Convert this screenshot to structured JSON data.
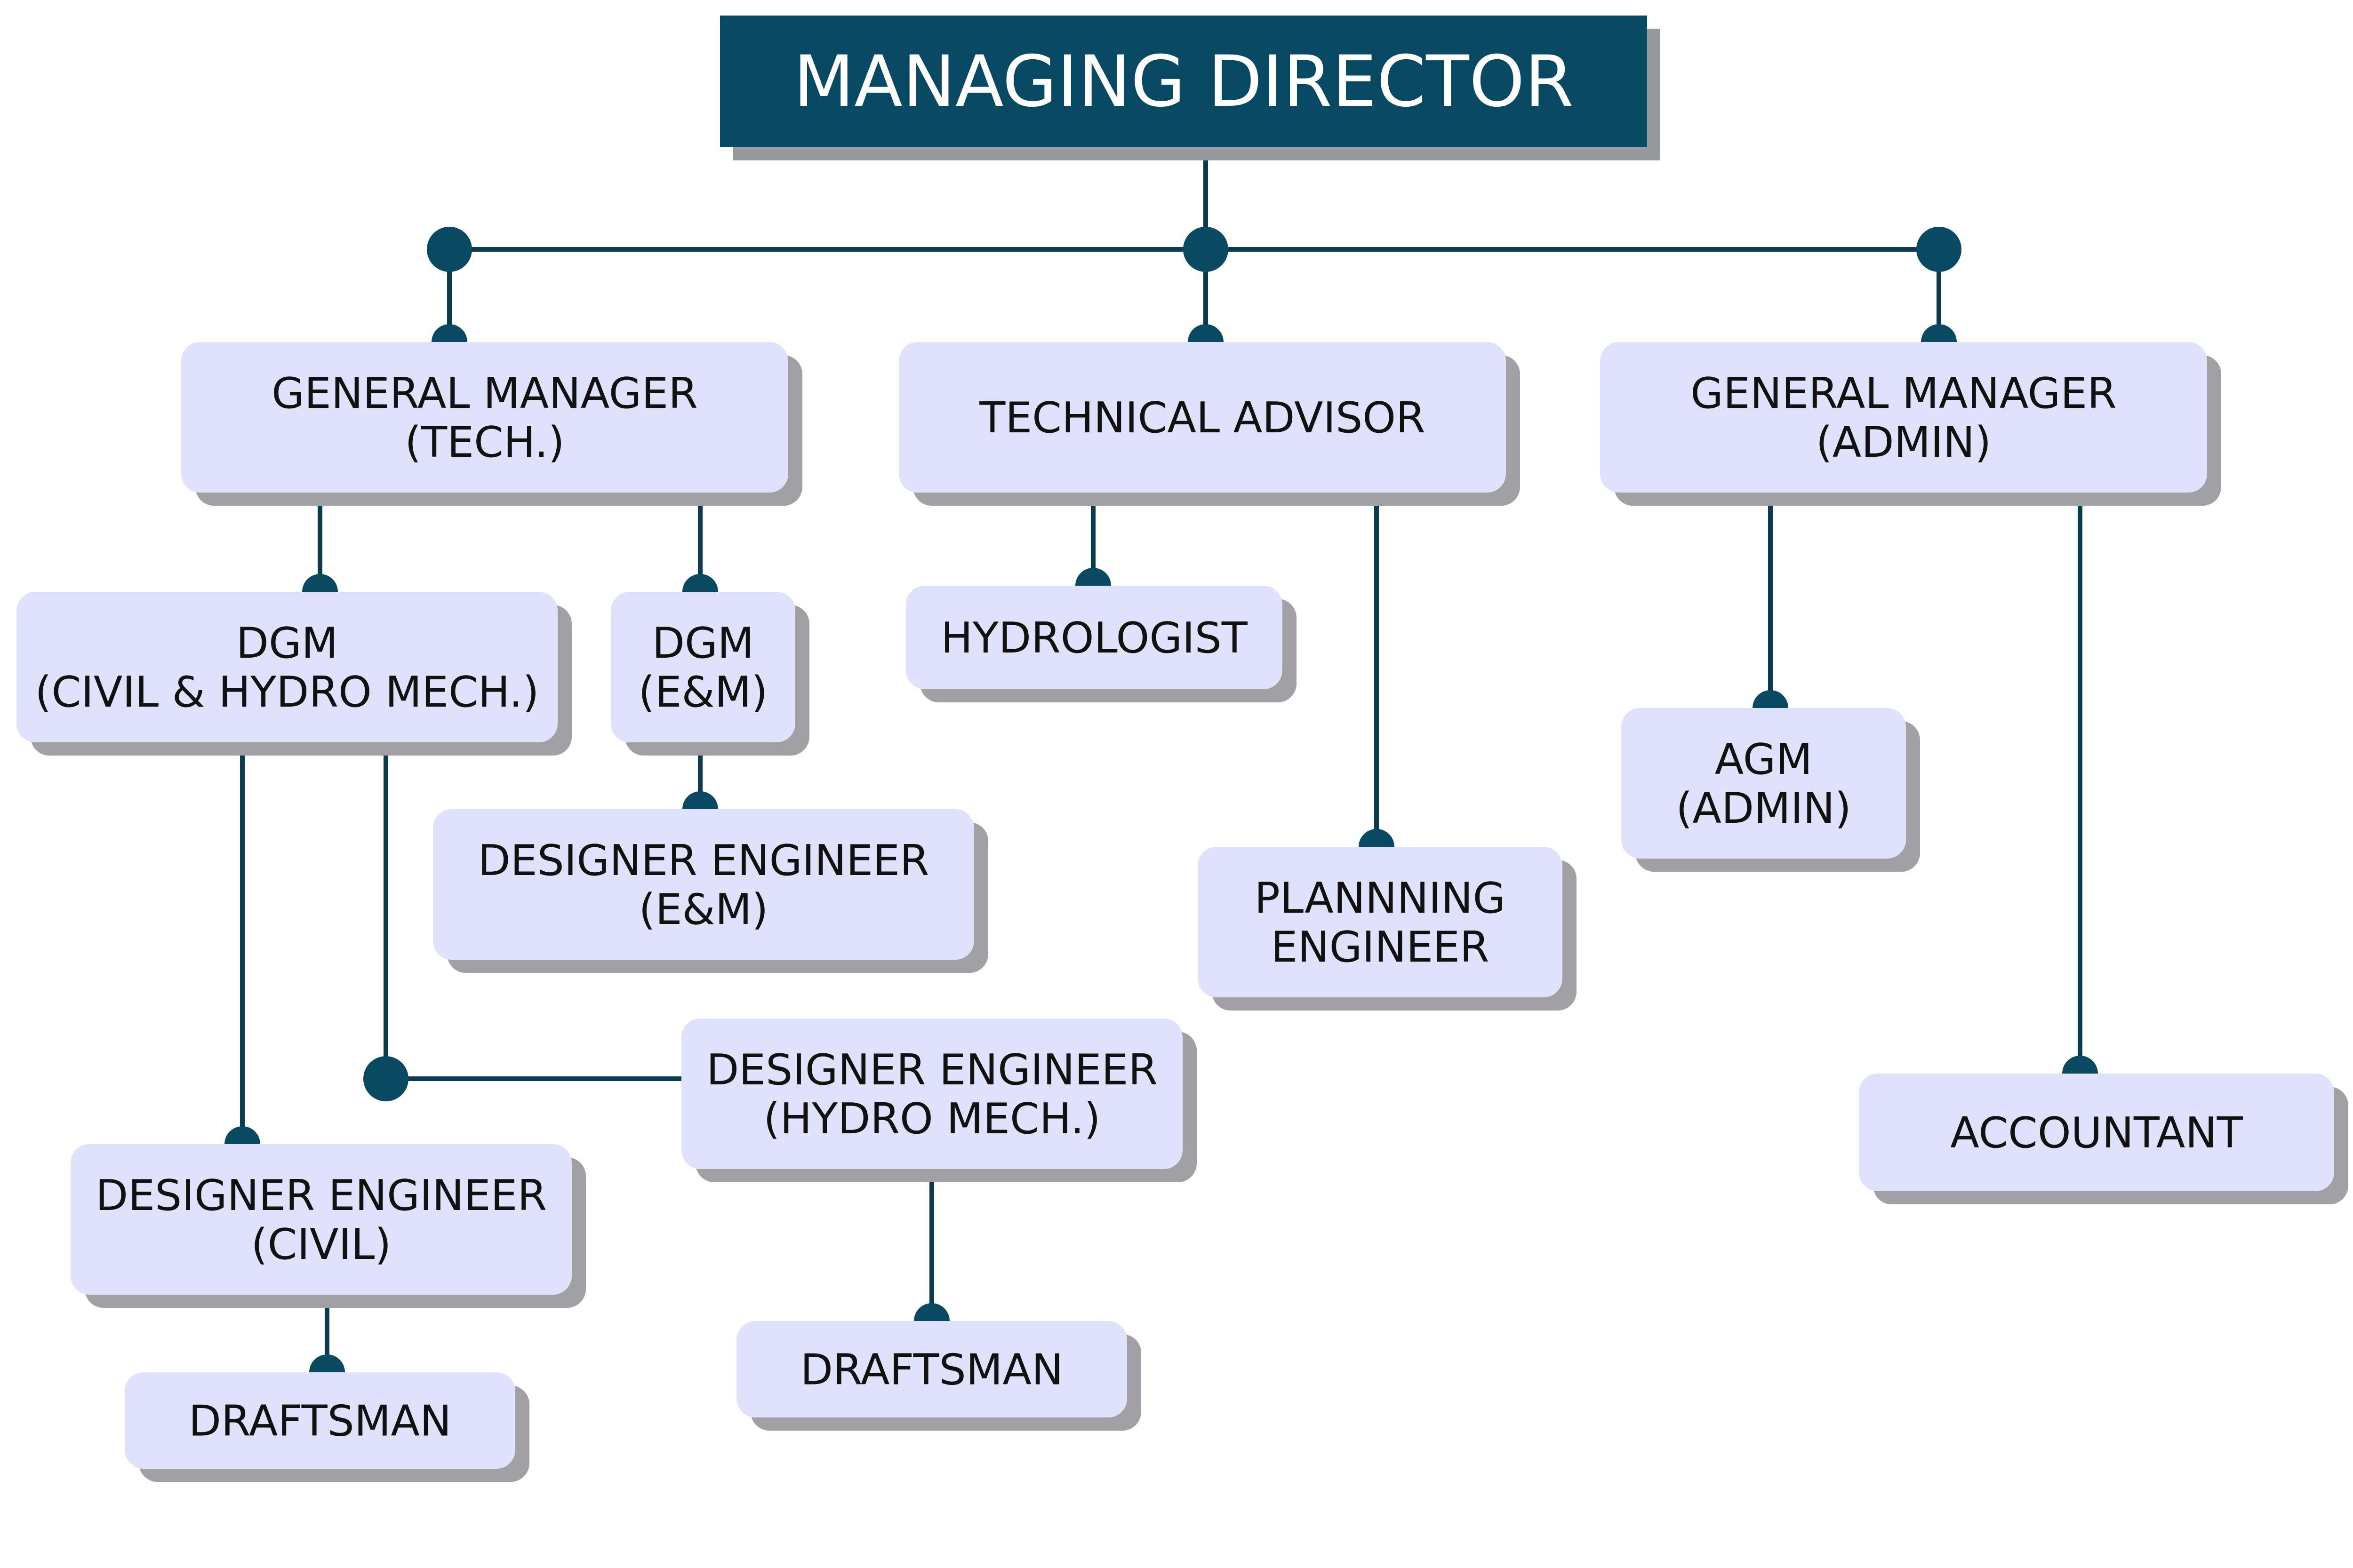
{
  "chart": {
    "top": {
      "label": "MANAGING DIRECTOR"
    },
    "nodes": [
      {
        "id": "gm-tech",
        "lines": [
          "GENERAL MANAGER",
          "(TECH.)"
        ]
      },
      {
        "id": "tech-advisor",
        "lines": [
          "TECHNICAL ADVISOR"
        ]
      },
      {
        "id": "gm-admin",
        "lines": [
          "GENERAL MANAGER",
          "(ADMIN)"
        ]
      },
      {
        "id": "dgm-civil-hydro",
        "lines": [
          "DGM",
          "(CIVIL & HYDRO MECH.)"
        ]
      },
      {
        "id": "dgm-em",
        "lines": [
          "DGM",
          "(E&M)"
        ]
      },
      {
        "id": "hydrologist",
        "lines": [
          "HYDROLOGIST"
        ]
      },
      {
        "id": "designer-em",
        "lines": [
          "DESIGNER ENGINEER",
          "(E&M)"
        ]
      },
      {
        "id": "planning-engineer",
        "lines": [
          "PLANNNING",
          "ENGINEER"
        ]
      },
      {
        "id": "agm-admin",
        "lines": [
          "AGM",
          "(ADMIN)"
        ]
      },
      {
        "id": "designer-hydro",
        "lines": [
          "DESIGNER ENGINEER",
          "(HYDRO MECH.)"
        ]
      },
      {
        "id": "accountant",
        "lines": [
          "ACCOUNTANT"
        ]
      },
      {
        "id": "designer-civil",
        "lines": [
          "DESIGNER ENGINEER",
          "(CIVIL)"
        ]
      },
      {
        "id": "draftsman-hydro",
        "lines": [
          "DRAFTSMAN"
        ]
      },
      {
        "id": "draftsman-civil",
        "lines": [
          "DRAFTSMAN"
        ]
      }
    ],
    "edges": [
      [
        "md",
        "gm-tech"
      ],
      [
        "md",
        "tech-advisor"
      ],
      [
        "md",
        "gm-admin"
      ],
      [
        "gm-tech",
        "dgm-civil-hydro"
      ],
      [
        "gm-tech",
        "dgm-em"
      ],
      [
        "dgm-em",
        "designer-em"
      ],
      [
        "dgm-civil-hydro",
        "designer-civil"
      ],
      [
        "dgm-civil-hydro",
        "designer-hydro"
      ],
      [
        "designer-civil",
        "draftsman-civil"
      ],
      [
        "designer-hydro",
        "draftsman-hydro"
      ],
      [
        "tech-advisor",
        "hydrologist"
      ],
      [
        "tech-advisor",
        "planning-engineer"
      ],
      [
        "gm-admin",
        "agm-admin"
      ],
      [
        "gm-admin",
        "accountant"
      ]
    ],
    "colors": {
      "top_fill": "#074963",
      "box_fill": "#e0e2fc",
      "shadow": "#a0a0a5",
      "connector": "#0d3a4d"
    }
  }
}
